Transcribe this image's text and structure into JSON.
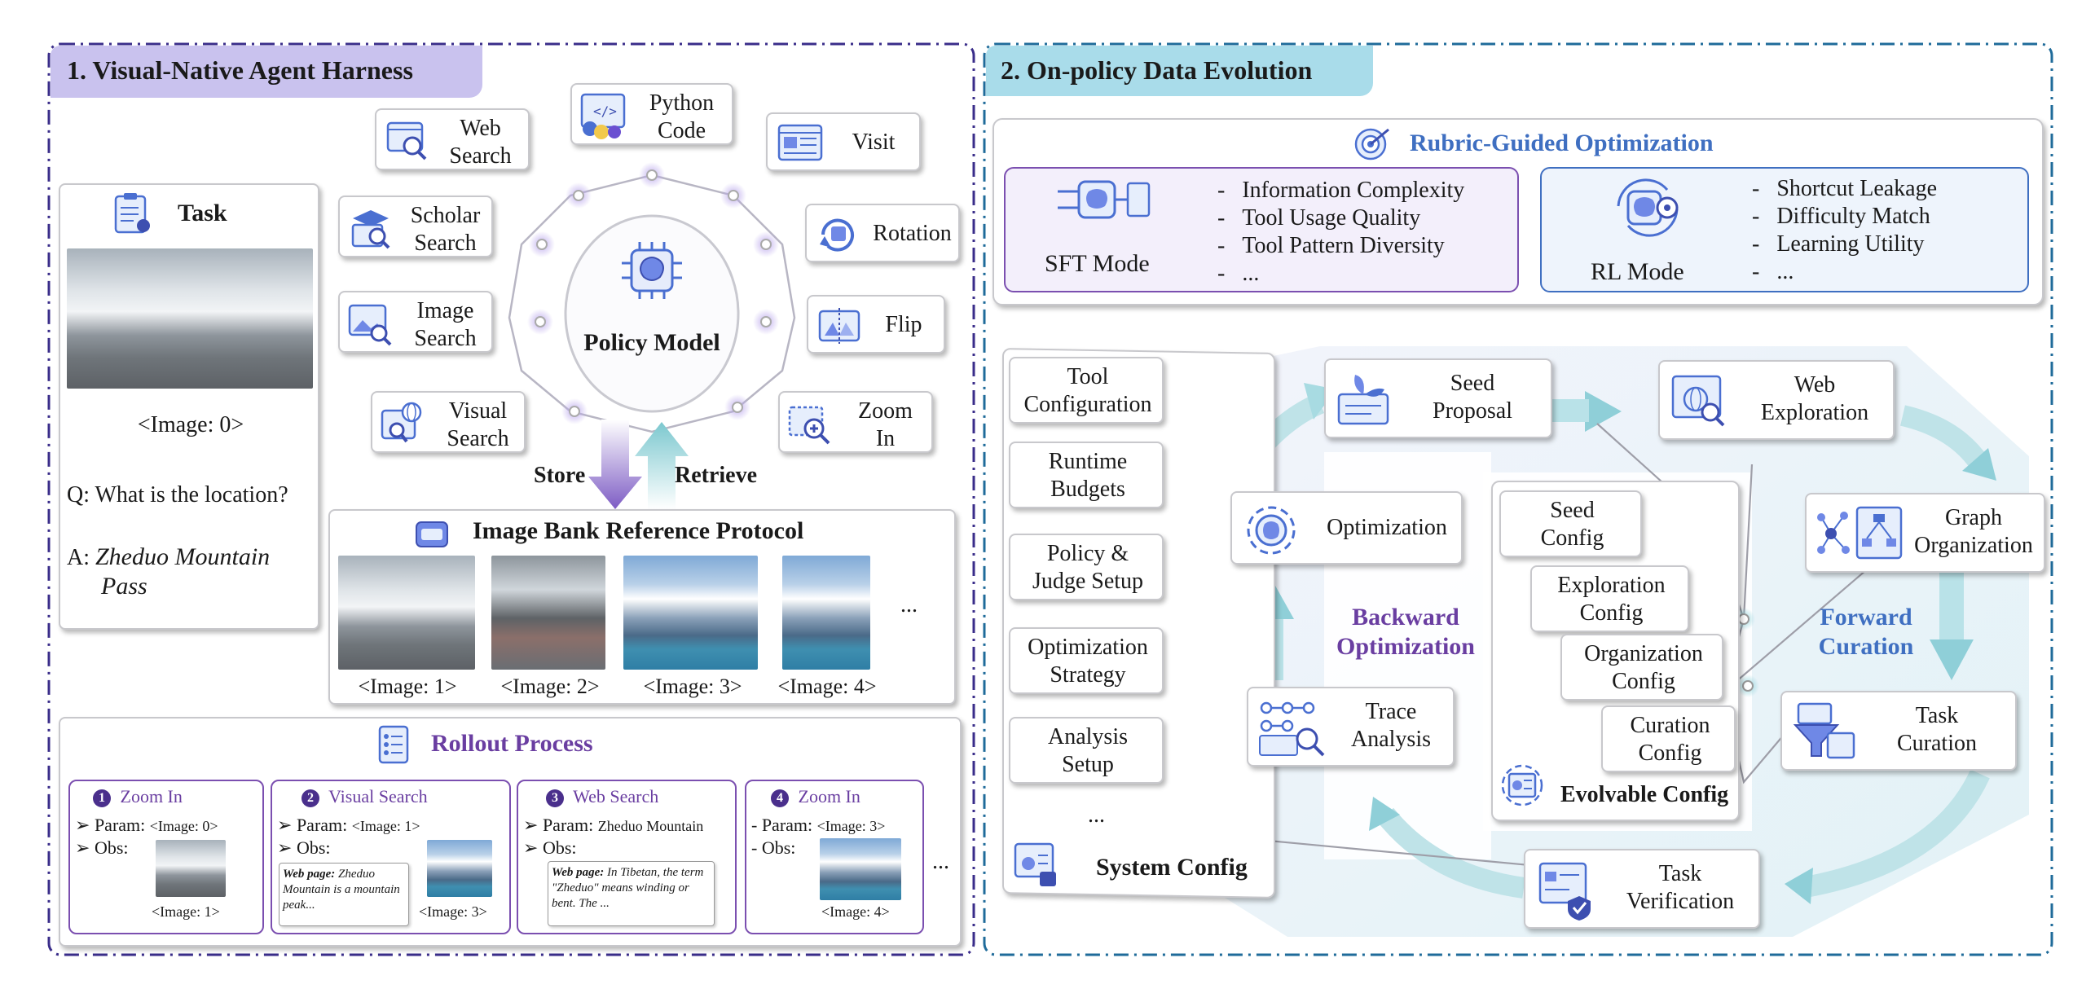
{
  "panel1": {
    "title": "1. Visual-Native Agent Harness",
    "policy_model": "Policy Model",
    "store": "Store",
    "retrieve": "Retrieve",
    "tools": [
      {
        "id": "web-search",
        "l1": "Web",
        "l2": "Search"
      },
      {
        "id": "python-code",
        "l1": "Python",
        "l2": "Code"
      },
      {
        "id": "visit",
        "l1": "Visit",
        "l2": ""
      },
      {
        "id": "scholar-search",
        "l1": "Scholar",
        "l2": "Search"
      },
      {
        "id": "rotation",
        "l1": "Rotation",
        "l2": ""
      },
      {
        "id": "image-search",
        "l1": "Image",
        "l2": "Search"
      },
      {
        "id": "flip",
        "l1": "Flip",
        "l2": ""
      },
      {
        "id": "visual-search",
        "l1": "Visual",
        "l2": "Search"
      },
      {
        "id": "zoom-in",
        "l1": "Zoom",
        "l2": "In"
      }
    ],
    "task": {
      "title": "Task",
      "image_label": "<Image: 0>",
      "question": "Q: What is the location?",
      "answer_prefix": "A:",
      "answer_l1": "Zheduo Mountain",
      "answer_l2": "Pass"
    },
    "image_bank": {
      "title": "Image Bank Reference Protocol",
      "labels": [
        "<Image: 1>",
        "<Image: 2>",
        "<Image: 3>",
        "<Image: 4>"
      ],
      "more": "..."
    },
    "rollout": {
      "title": "Rollout Process",
      "steps": [
        {
          "num": "1",
          "tool": "Zoom In",
          "param_label": "Param:",
          "param": "<Image: 0>",
          "obs_label": "Obs:",
          "obs_image": "<Image: 1>"
        },
        {
          "num": "2",
          "tool": "Visual Search",
          "param_label": "Param:",
          "param": "<Image: 1>",
          "obs_label": "Obs:",
          "obs_prefix": "Web page:",
          "obs_text": "Zheduo Mountain is a mountain peak...",
          "obs_image": "<Image: 3>"
        },
        {
          "num": "3",
          "tool": "Web Search",
          "param_label": "Param:",
          "param": "Zheduo Mountain",
          "obs_label": "Obs:",
          "obs_prefix": "Web page:",
          "obs_text": "In Tibetan, the term \"Zheduo\" means winding or bent. The ..."
        },
        {
          "num": "4",
          "tool": "Zoom In",
          "param_label": "- Param:",
          "param": "<Image: 3>",
          "obs_label": "- Obs:",
          "obs_image": "<Image: 4>"
        }
      ],
      "more": "..."
    }
  },
  "panel2": {
    "title": "2. On-policy Data Evolution",
    "rubric": {
      "title": "Rubric-Guided Optimization",
      "sft_mode": "SFT Mode",
      "sft_items": [
        "Information Complexity",
        "Tool Usage Quality",
        "Tool Pattern Diversity",
        "..."
      ],
      "rl_mode": "RL Mode",
      "rl_items": [
        "Shortcut Leakage",
        "Difficulty Match",
        "Learning Utility",
        "..."
      ]
    },
    "system_config": {
      "title": "System Config",
      "items": [
        {
          "l1": "Tool",
          "l2": "Configuration"
        },
        {
          "l1": "Runtime",
          "l2": "Budgets"
        },
        {
          "l1": "Policy &",
          "l2": "Judge Setup"
        },
        {
          "l1": "Optimization",
          "l2": "Strategy"
        },
        {
          "l1": "Analysis",
          "l2": "Setup"
        }
      ],
      "more": "..."
    },
    "nodes": {
      "seed_proposal": {
        "l1": "Seed",
        "l2": "Proposal"
      },
      "web_exploration": {
        "l1": "Web",
        "l2": "Exploration"
      },
      "graph_organization": {
        "l1": "Graph",
        "l2": "Organization"
      },
      "task_curation": {
        "l1": "Task",
        "l2": "Curation"
      },
      "task_verification": {
        "l1": "Task",
        "l2": "Verification"
      },
      "trace_analysis": {
        "l1": "Trace",
        "l2": "Analysis"
      },
      "optimization": {
        "l1": "Optimization",
        "l2": ""
      }
    },
    "backward": {
      "l1": "Backward",
      "l2": "Optimization"
    },
    "forward": {
      "l1": "Forward",
      "l2": "Curation"
    },
    "evolvable_config": {
      "title": "Evolvable Config",
      "items": [
        {
          "l1": "Seed",
          "l2": "Config"
        },
        {
          "l1": "Exploration",
          "l2": "Config"
        },
        {
          "l1": "Organization",
          "l2": "Config"
        },
        {
          "l1": "Curation",
          "l2": "Config"
        }
      ]
    }
  },
  "colors": {
    "panel1_border": "#3a2d8a",
    "panel2_border": "#1f6b9a",
    "panel1_title_bg": "#c9c2ee",
    "panel2_title_bg": "#a9dcea",
    "purple_text": "#6a3ea1",
    "blue_text": "#3f6fc1"
  }
}
